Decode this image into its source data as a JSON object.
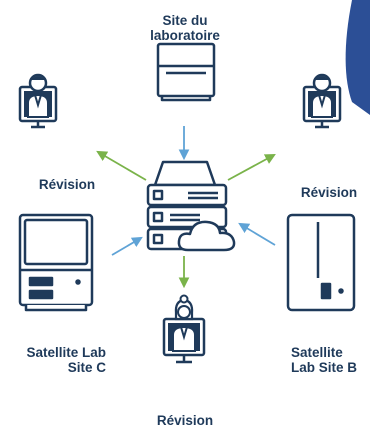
{
  "labels": {
    "lab_site_line1": "Site du",
    "lab_site_line2": "laboratoire",
    "revision_left": "Révision",
    "revision_right": "Révision",
    "revision_bottom": "Révision",
    "satellite_c_line1": "Satellite Lab",
    "satellite_c_line2": "Site C",
    "satellite_b_line1": "Satellite",
    "satellite_b_line2": "Lab Site B"
  },
  "colors": {
    "outline": "#1f3a5a",
    "accent_blue": "#2c4f96",
    "arrow_green": "#7ab34a",
    "arrow_blue": "#5fa3d6"
  },
  "icons": {
    "corner_shape": "blue-corner-shape",
    "lab_instrument": "lab-instrument-icon",
    "server": "server-stack-icon",
    "cloud": "cloud-icon",
    "reviewer": "reviewer-monitor-icon"
  }
}
